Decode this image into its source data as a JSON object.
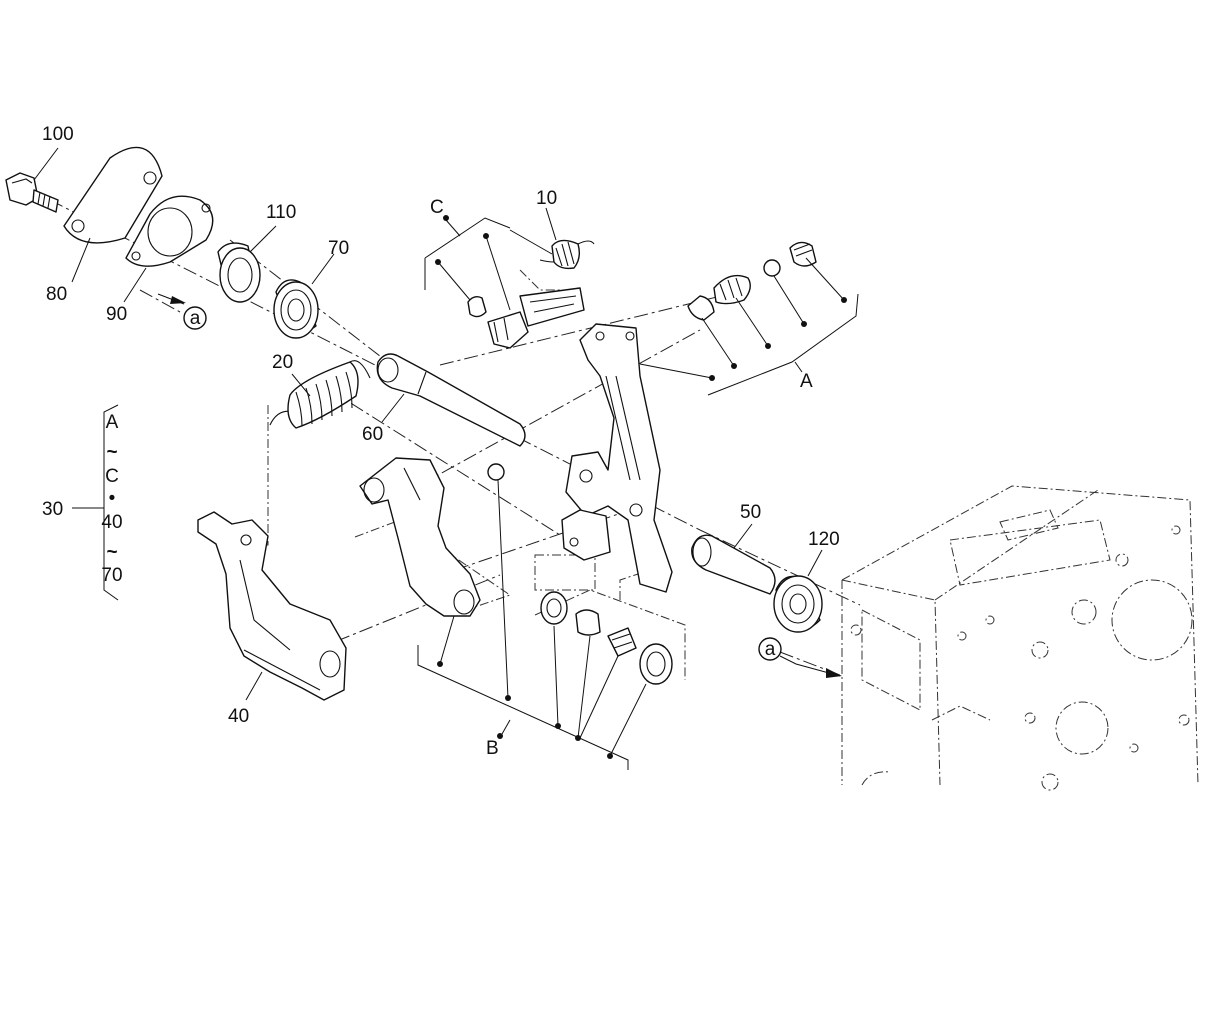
{
  "labels": {
    "p100": "100",
    "p80": "80",
    "p90": "90",
    "p110": "110",
    "p70": "70",
    "p10": "10",
    "p20": "20",
    "p60": "60",
    "p50": "50",
    "p120": "120",
    "p40": "40",
    "p30": "30",
    "groupA": "A",
    "groupB": "B",
    "groupC": "C",
    "refA1": "a",
    "refA2": "a"
  },
  "legend30": {
    "line1": "A",
    "line2": "~",
    "line3": "C",
    "line4": "•",
    "line5": "40",
    "line6": "~",
    "line7": "70"
  }
}
